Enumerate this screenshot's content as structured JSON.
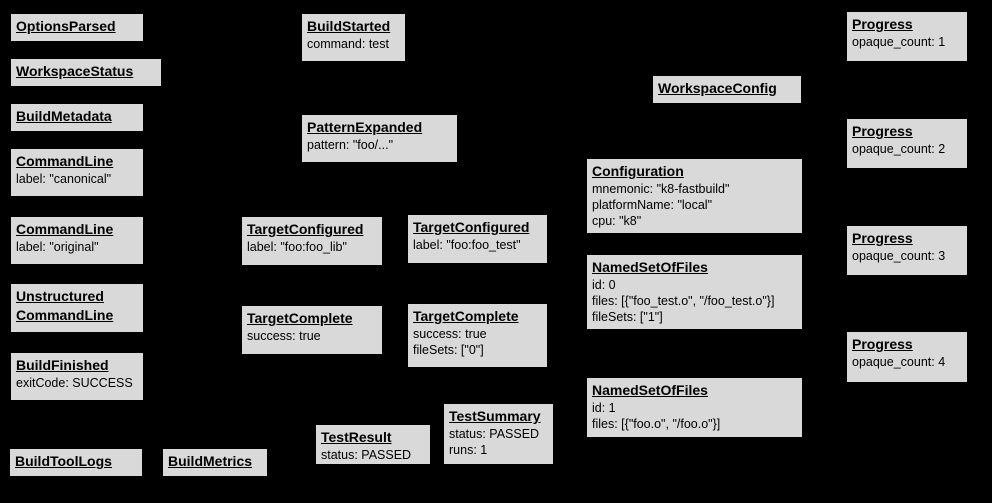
{
  "diagram": {
    "background": "#000000",
    "box_fill": "#d9d9d9",
    "box_border": "#000000",
    "text_color": "#000000"
  },
  "boxes": {
    "optionsParsed": {
      "title": "OptionsParsed"
    },
    "workspaceStatus": {
      "title": "WorkspaceStatus"
    },
    "buildMetadata": {
      "title": "BuildMetadata"
    },
    "commandLineCanonical": {
      "title": "CommandLine",
      "lines": [
        "label: \"canonical\""
      ]
    },
    "commandLineOriginal": {
      "title": "CommandLine",
      "lines": [
        "label: \"original\""
      ]
    },
    "unstructuredCommandLine": {
      "titleLine1": "Unstructured",
      "titleLine2": "CommandLine"
    },
    "buildFinished": {
      "title": "BuildFinished",
      "lines": [
        "exitCode: SUCCESS"
      ]
    },
    "buildToolLogs": {
      "title": "BuildToolLogs"
    },
    "buildMetrics": {
      "title": "BuildMetrics"
    },
    "buildStarted": {
      "title": "BuildStarted",
      "lines": [
        "command: test"
      ]
    },
    "patternExpanded": {
      "title": "PatternExpanded",
      "lines": [
        "pattern: \"foo/...\""
      ]
    },
    "targetConfiguredLib": {
      "title": "TargetConfigured",
      "lines": [
        "label: \"foo:foo_lib\""
      ]
    },
    "targetConfiguredTest": {
      "title": "TargetConfigured",
      "lines": [
        "label: \"foo:foo_test\""
      ]
    },
    "targetCompleteLib": {
      "title": "TargetComplete",
      "lines": [
        "success: true"
      ]
    },
    "targetCompleteTest": {
      "title": "TargetComplete",
      "lines": [
        "success: true",
        "fileSets: [\"0\"]"
      ]
    },
    "testResult": {
      "title": "TestResult",
      "lines": [
        "status: PASSED"
      ]
    },
    "testSummary": {
      "title": "TestSummary",
      "lines": [
        "status: PASSED",
        "runs: 1"
      ]
    },
    "workspaceConfig": {
      "title": "WorkspaceConfig"
    },
    "configuration": {
      "title": "Configuration",
      "lines": [
        "mnemonic: \"k8-fastbuild\"",
        "platformName: \"local\"",
        "cpu: \"k8\""
      ]
    },
    "namedSetOfFiles0": {
      "title": "NamedSetOfFiles",
      "lines": [
        "id: 0",
        "files: [{\"foo_test.o\", \"/foo_test.o\"}]",
        "fileSets: [\"1\"]"
      ]
    },
    "namedSetOfFiles1": {
      "title": "NamedSetOfFiles",
      "lines": [
        "id: 1",
        "files: [{\"foo.o\", \"/foo.o\"}]"
      ]
    },
    "progress1": {
      "title": "Progress",
      "lines": [
        "opaque_count: 1"
      ]
    },
    "progress2": {
      "title": "Progress",
      "lines": [
        "opaque_count: 2"
      ]
    },
    "progress3": {
      "title": "Progress",
      "lines": [
        "opaque_count: 3"
      ]
    },
    "progress4": {
      "title": "Progress",
      "lines": [
        "opaque_count: 4"
      ]
    }
  }
}
